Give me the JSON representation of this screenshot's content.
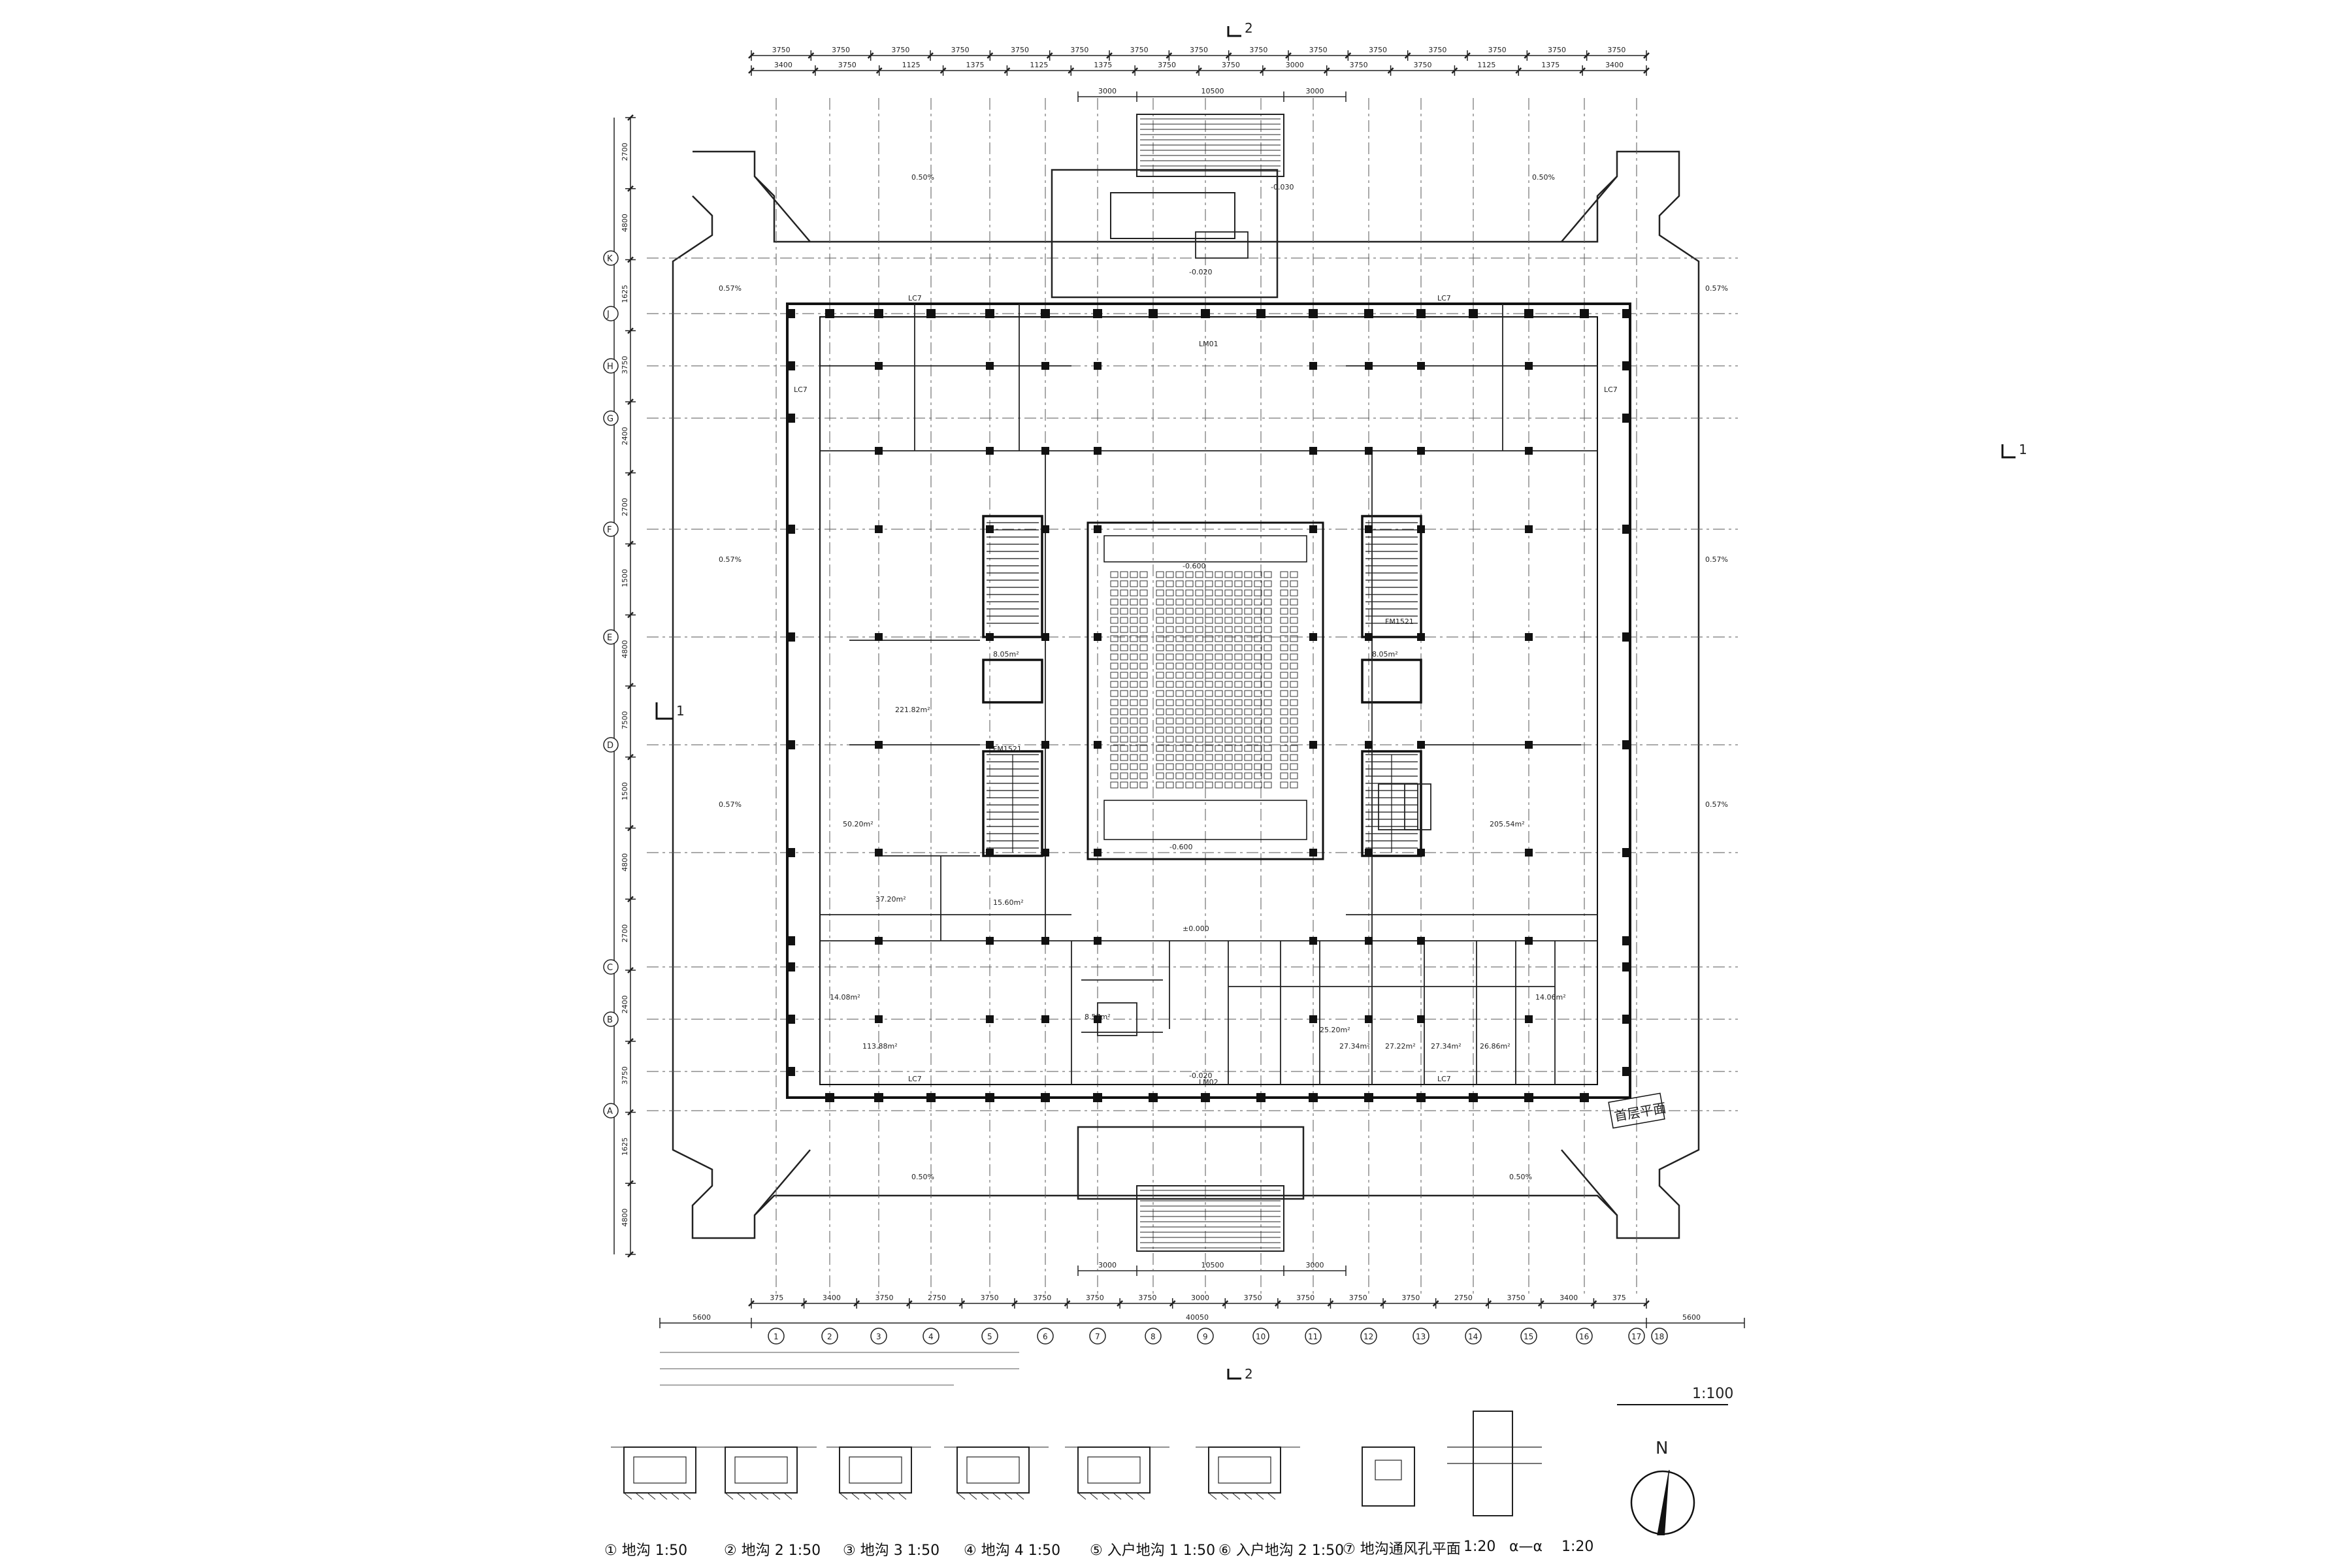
{
  "drawing": {
    "scale_main": "1:100",
    "stamp": "首层平面",
    "north_letter": "N"
  },
  "top_dims_row1": [
    "3750",
    "3750",
    "3750",
    "3750",
    "3750",
    "3750",
    "3750",
    "3750",
    "3750",
    "3750",
    "3750",
    "3750",
    "3750",
    "3750",
    "3750"
  ],
  "top_dims_row2": [
    "3400",
    "3750",
    "1125",
    "1375",
    "1125",
    "1375",
    "3750",
    "3750",
    "3000",
    "3750",
    "3750",
    "1125",
    "1375",
    "3400"
  ],
  "bottom_dims_row1": [
    "375",
    "3400",
    "3750",
    "2750",
    "3750",
    "3750",
    "3750",
    "3750",
    "3000",
    "3750",
    "3750",
    "3750",
    "3750",
    "2750",
    "3750",
    "3400",
    "375"
  ],
  "bottom_total": "40050",
  "bottom_left_total": "5600",
  "bottom_right_total": "5600",
  "top_stair_dims": [
    "3000",
    "10500",
    "3000"
  ],
  "bottom_stair_dims": [
    "3000",
    "10500",
    "3000"
  ],
  "left_dims": [
    "2700",
    "4800",
    "1625",
    "3750",
    "2400",
    "2700",
    "1500",
    "4800",
    "7500",
    "1500",
    "4800",
    "2700",
    "2400",
    "3750",
    "1625",
    "4800"
  ],
  "grid_cols": [
    "1",
    "2",
    "3",
    "4",
    "5",
    "6",
    "7",
    "8",
    "9",
    "10",
    "11",
    "12",
    "13",
    "14",
    "15",
    "16",
    "17",
    "18"
  ],
  "grid_rows": [
    "K",
    "J",
    "H",
    "G",
    "F",
    "E",
    "D",
    "C",
    "B",
    "A"
  ],
  "room_labels": {
    "area_1": "221.82m²",
    "area_2": "50.20m²",
    "area_3": "37.20m²",
    "area_4": "15.60m²",
    "area_5": "14.08m²",
    "area_6": "113.88m²",
    "area_7": "27.34m²",
    "area_8": "27.22m²",
    "area_9": "27.34m²",
    "area_10": "26.86m²",
    "area_11": "14.06m²",
    "area_12": "205.54m²",
    "area_13": "8.05m²",
    "area_14": "8.05m²",
    "area_15": "8.57m²",
    "area_16": "25.20m²",
    "slope_1": "0.50%",
    "slope_2": "0.50%",
    "slope_3": "0.50%",
    "slope_4": "0.50%",
    "slope_5": "0.57%",
    "slope_6": "0.57%",
    "slope_7": "0.57%",
    "slope_8": "0.57%",
    "slope_9": "0.57%",
    "slope_10": "0.57%",
    "elev_1": "±0.000",
    "elev_2": "-0.020",
    "elev_3": "-0.020",
    "elev_4": "-0.030",
    "elev_5": "-0.600",
    "elev_6": "-0.600",
    "lm1": "LM01",
    "lm2": "LM02",
    "lc7_a": "LC7",
    "lc7_b": "LC7",
    "lc7_c": "LC7",
    "lc7_d": "LC7",
    "lc7_e": "LC7",
    "lc7_f": "LC7",
    "fm1": "FM1521",
    "fm2": "FM1521"
  },
  "details": [
    {
      "num": "①",
      "title": "地沟",
      "scale": "1:50"
    },
    {
      "num": "②",
      "title": "地沟",
      "scale": "2 1:50"
    },
    {
      "num": "③",
      "title": "地沟",
      "scale": "3 1:50"
    },
    {
      "num": "④",
      "title": "地沟",
      "scale": "4 1:50"
    },
    {
      "num": "⑤",
      "title": "入户地沟",
      "scale": "1 1:50"
    },
    {
      "num": "⑥",
      "title": "入户地沟",
      "scale": "2 1:50"
    },
    {
      "num": "⑦",
      "title": "地沟通风孔平面",
      "scale": "1:20"
    },
    {
      "num": "",
      "title": "α—α",
      "scale": "1:20"
    }
  ],
  "section_markers": {
    "top": "2",
    "bottom": "2",
    "left": "1",
    "right": "1"
  },
  "colors": {
    "line": "#1a1a1a",
    "paper": "#ffffff"
  }
}
